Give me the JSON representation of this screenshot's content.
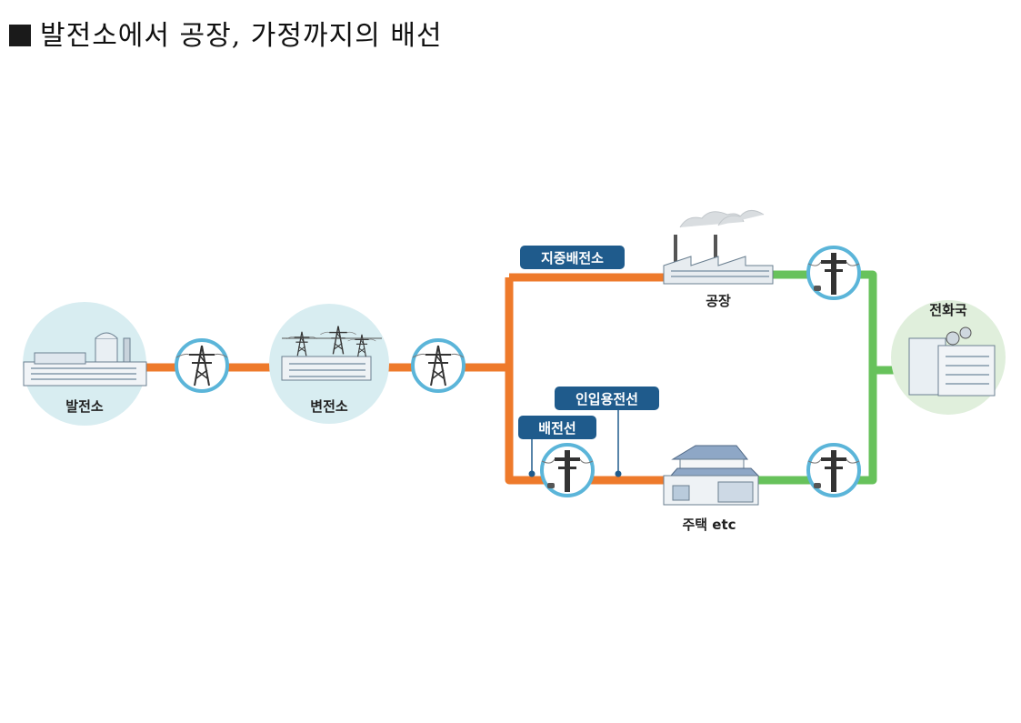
{
  "title": "발전소에서 공장, 가정까지의 배선",
  "nodes": {
    "power_plant": "발전소",
    "substation": "변전소",
    "factory": "공장",
    "house": "주택 etc",
    "telecom": "전화국"
  },
  "tags": {
    "underground": "지중배전소",
    "service_line": "인입용전선",
    "distribution": "배전선"
  },
  "colors": {
    "power_line": "#ee7a2b",
    "telecom_line": "#67c25b",
    "tag_bg": "#1f5b8c",
    "node_circle": "#d8edf1",
    "telecom_circle": "#e0efdc",
    "pole_ring": "#5bb5d9"
  }
}
